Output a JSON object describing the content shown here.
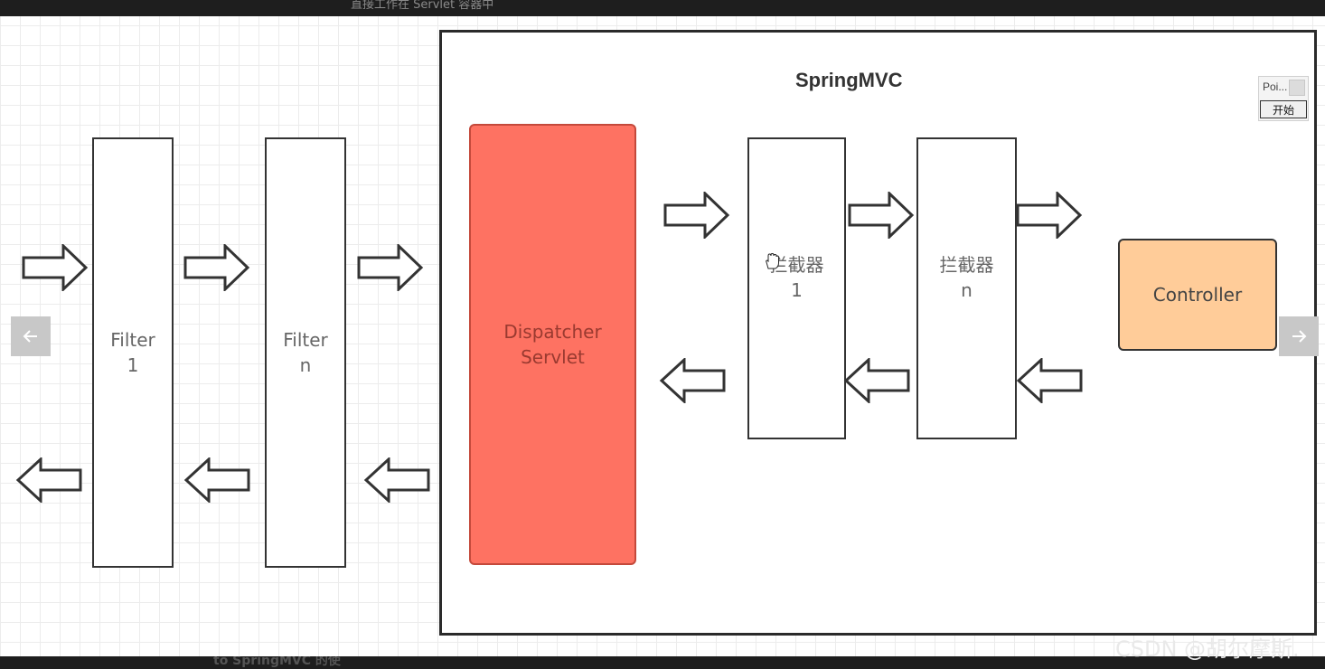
{
  "top_caption": "直接工作在 Servlet 容器中",
  "bottom_caption": "to SpringMVC 的使",
  "diagram": {
    "group_title": "SpringMVC",
    "filters": [
      {
        "label": "Filter\n1"
      },
      {
        "label": "Filter\nn"
      }
    ],
    "dispatcher": {
      "label": "Dispatcher\nServlet"
    },
    "interceptors": [
      {
        "label": "拦截器\n1"
      },
      {
        "label": "拦截器\nn"
      }
    ],
    "controller": {
      "label": "Controller"
    }
  },
  "mini_panel": {
    "label": "Poi...",
    "button": "开始"
  },
  "nav": {
    "prev_icon": "arrow-left-icon",
    "next_icon": "arrow-right-icon"
  },
  "watermark": "CSDN @胡尔摩斯.",
  "colors": {
    "dispatcher": "#fe7262",
    "controller": "#ffcc99"
  }
}
